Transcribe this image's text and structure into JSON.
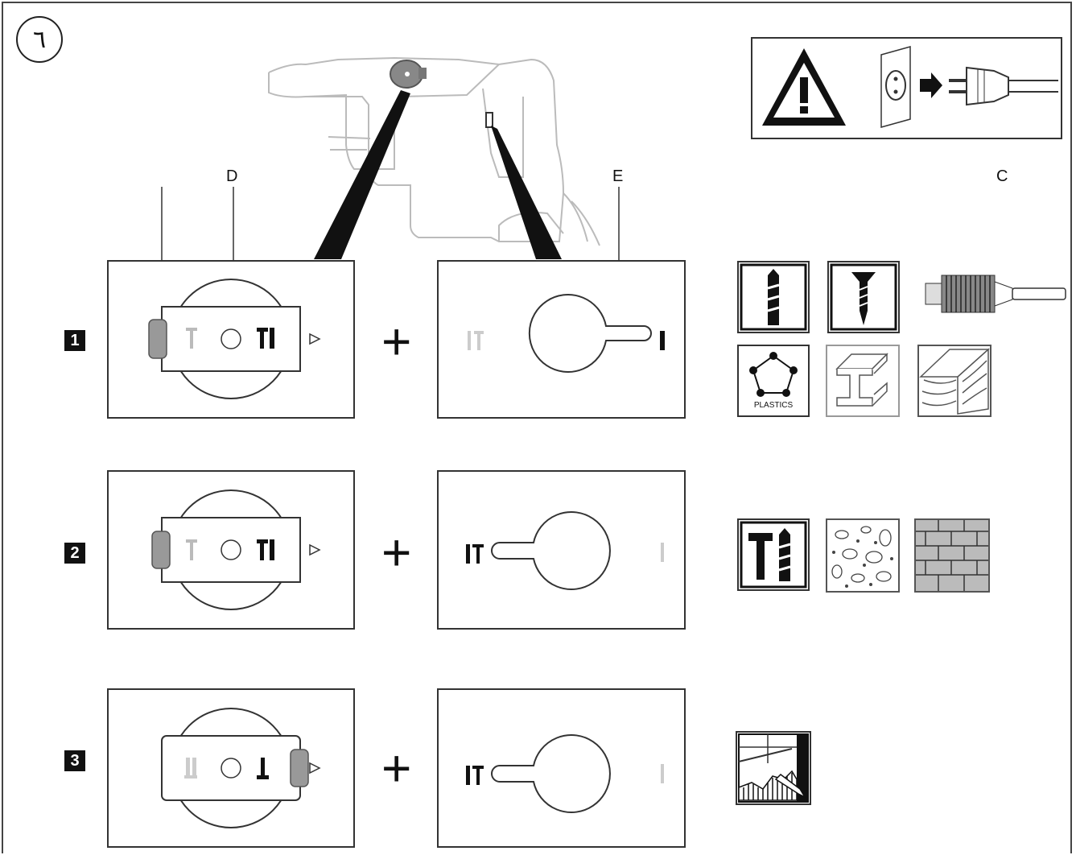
{
  "figure_badge": "٦",
  "labels": {
    "D": "D",
    "E": "E",
    "C": "C"
  },
  "rows": [
    {
      "number": "1"
    },
    {
      "number": "2"
    },
    {
      "number": "3"
    }
  ],
  "plus_sign": "+",
  "material_icons": {
    "plastics": "PLASTICS"
  },
  "icons": [
    "warning-icon",
    "unplug-socket-icon",
    "drill-bit-icon",
    "screw-icon",
    "drill-chuck-icon",
    "plastics-icon",
    "steel-beam-icon",
    "wood-icon",
    "hammer-drill-icon",
    "concrete-icon",
    "brick-wall-icon",
    "chisel-icon"
  ]
}
